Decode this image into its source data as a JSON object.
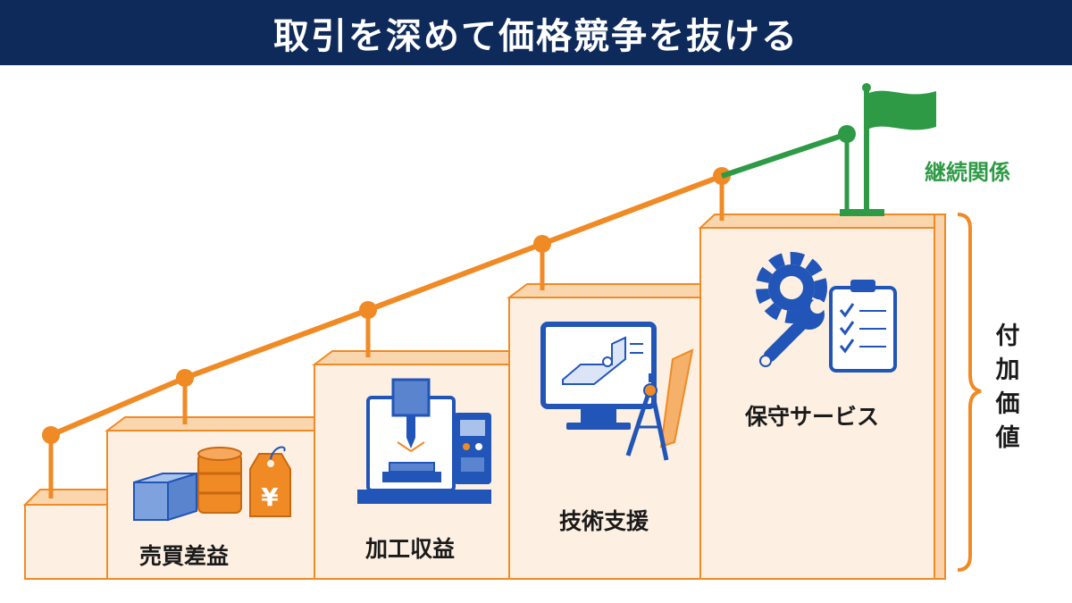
{
  "title": "取引を深めて価格競争を抜ける",
  "steps": [
    {
      "label": "売買差益"
    },
    {
      "label": "加工収益"
    },
    {
      "label": "技術支援"
    },
    {
      "label": "保守サービス"
    }
  ],
  "goal_label": "継続関係",
  "side_label": [
    "付",
    "加",
    "価",
    "値"
  ],
  "icons": {
    "step1": [
      "box-icon",
      "oil-drum-icon",
      "yen-price-tag-icon"
    ],
    "step2": [
      "cnc-machine-icon"
    ],
    "step3": [
      "cad-monitor-icon",
      "compass-icon",
      "ruler-icon"
    ],
    "step4": [
      "gear-wrench-icon",
      "checklist-clipboard-icon"
    ]
  },
  "colors": {
    "title_bg": "#0e2a5a",
    "accent_orange": "#f08a24",
    "step_fill": "#fdf0e2",
    "icon_blue": "#2155b8",
    "goal_green": "#2e9a46"
  }
}
